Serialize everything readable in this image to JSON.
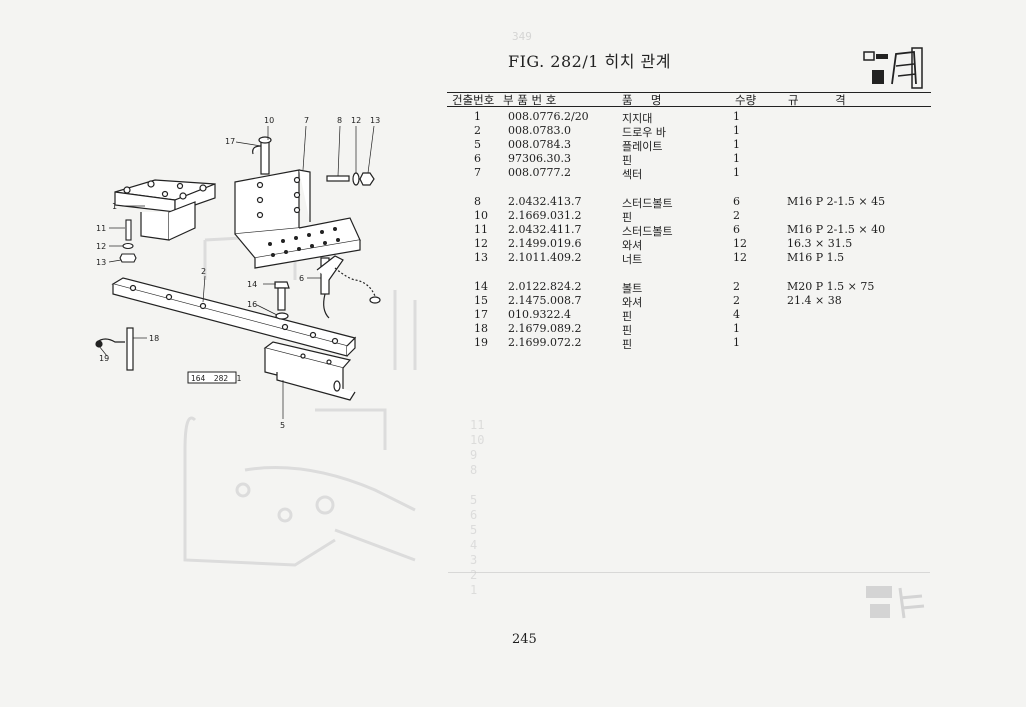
{
  "page_header_faint": "349",
  "title": "FIG. 282/1 히치 관계",
  "columns": {
    "ref_no": "건출번호",
    "part_no": "부 품 번 호",
    "name": "품     명",
    "qty": "수량",
    "spec": "규          격"
  },
  "rows": [
    {
      "ref": "1",
      "part": "008.0776.2/20",
      "name": "지지대",
      "qty": "1",
      "spec": ""
    },
    {
      "ref": "2",
      "part": "008.0783.0",
      "name": "드로우 바",
      "qty": "1",
      "spec": ""
    },
    {
      "ref": "5",
      "part": "008.0784.3",
      "name": "플레이트",
      "qty": "1",
      "spec": ""
    },
    {
      "ref": "6",
      "part": "97306.30.3",
      "name": "핀",
      "qty": "1",
      "spec": ""
    },
    {
      "ref": "7",
      "part": "008.0777.2",
      "name": "섹터",
      "qty": "1",
      "spec": ""
    },
    {
      "ref": "8",
      "part": "2.0432.413.7",
      "name": "스터드볼트",
      "qty": "6",
      "spec": "M16 P 2-1.5 × 45"
    },
    {
      "ref": "10",
      "part": "2.1669.031.2",
      "name": "핀",
      "qty": "2",
      "spec": ""
    },
    {
      "ref": "11",
      "part": "2.0432.411.7",
      "name": "스터드볼트",
      "qty": "6",
      "spec": "M16 P 2-1.5 × 40"
    },
    {
      "ref": "12",
      "part": "2.1499.019.6",
      "name": "와셔",
      "qty": "12",
      "spec": "16.3 × 31.5"
    },
    {
      "ref": "13",
      "part": "2.1011.409.2",
      "name": "너트",
      "qty": "12",
      "spec": "M16 P 1.5"
    },
    {
      "ref": "14",
      "part": "2.0122.824.2",
      "name": "볼트",
      "qty": "2",
      "spec": "M20 P 1.5 × 75"
    },
    {
      "ref": "15",
      "part": "2.1475.008.7",
      "name": "와셔",
      "qty": "2",
      "spec": "21.4 × 38"
    },
    {
      "ref": "17",
      "part": "010.9322.4",
      "name": "핀",
      "qty": "4",
      "spec": ""
    },
    {
      "ref": "18",
      "part": "2.1679.089.2",
      "name": "핀",
      "qty": "1",
      "spec": ""
    },
    {
      "ref": "19",
      "part": "2.1699.072.2",
      "name": "핀",
      "qty": "1",
      "spec": ""
    }
  ],
  "diagram": {
    "callouts": [
      "10",
      "7",
      "8",
      "12",
      "13",
      "17",
      "1",
      "11",
      "12",
      "13",
      "2",
      "6",
      "14",
      "16",
      "19",
      "18",
      "5"
    ],
    "code_label": "164 _ 282 _ 1"
  },
  "page_number": "245"
}
